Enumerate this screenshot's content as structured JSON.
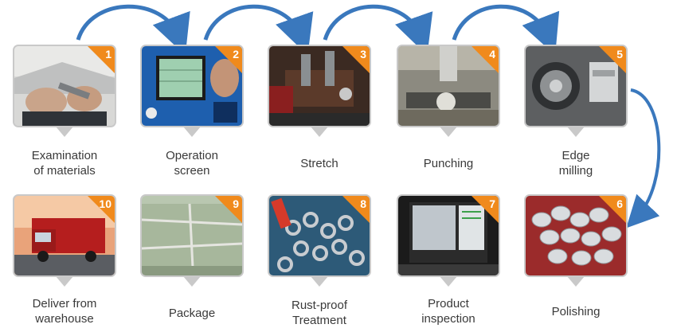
{
  "colors": {
    "accent": "#f08a1c",
    "arrow": "#3a78bd",
    "frame": "#c9c9c9",
    "text": "#3a3a3a"
  },
  "steps": [
    {
      "num": "1",
      "label": "Examination\nof materials",
      "photo": "hands-measuring-material"
    },
    {
      "num": "2",
      "label": "Operation\nscreen",
      "photo": "nc-control-panel"
    },
    {
      "num": "3",
      "label": "Stretch",
      "photo": "stretch-press-machine"
    },
    {
      "num": "4",
      "label": "Punching",
      "photo": "punching-press"
    },
    {
      "num": "5",
      "label": "Edge\nmilling",
      "photo": "edge-milling-chuck"
    },
    {
      "num": "6",
      "label": "Polishing",
      "photo": "polished-metal-caps"
    },
    {
      "num": "7",
      "label": "Product\ninspection",
      "photo": "inspection-monitor"
    },
    {
      "num": "8",
      "label": "Rust-proof\nTreatment",
      "photo": "rustproof-parts"
    },
    {
      "num": "9",
      "label": "Package",
      "photo": "wrapped-package"
    },
    {
      "num": "10",
      "label": "Deliver from\nwarehouse",
      "photo": "delivery-truck"
    }
  ]
}
